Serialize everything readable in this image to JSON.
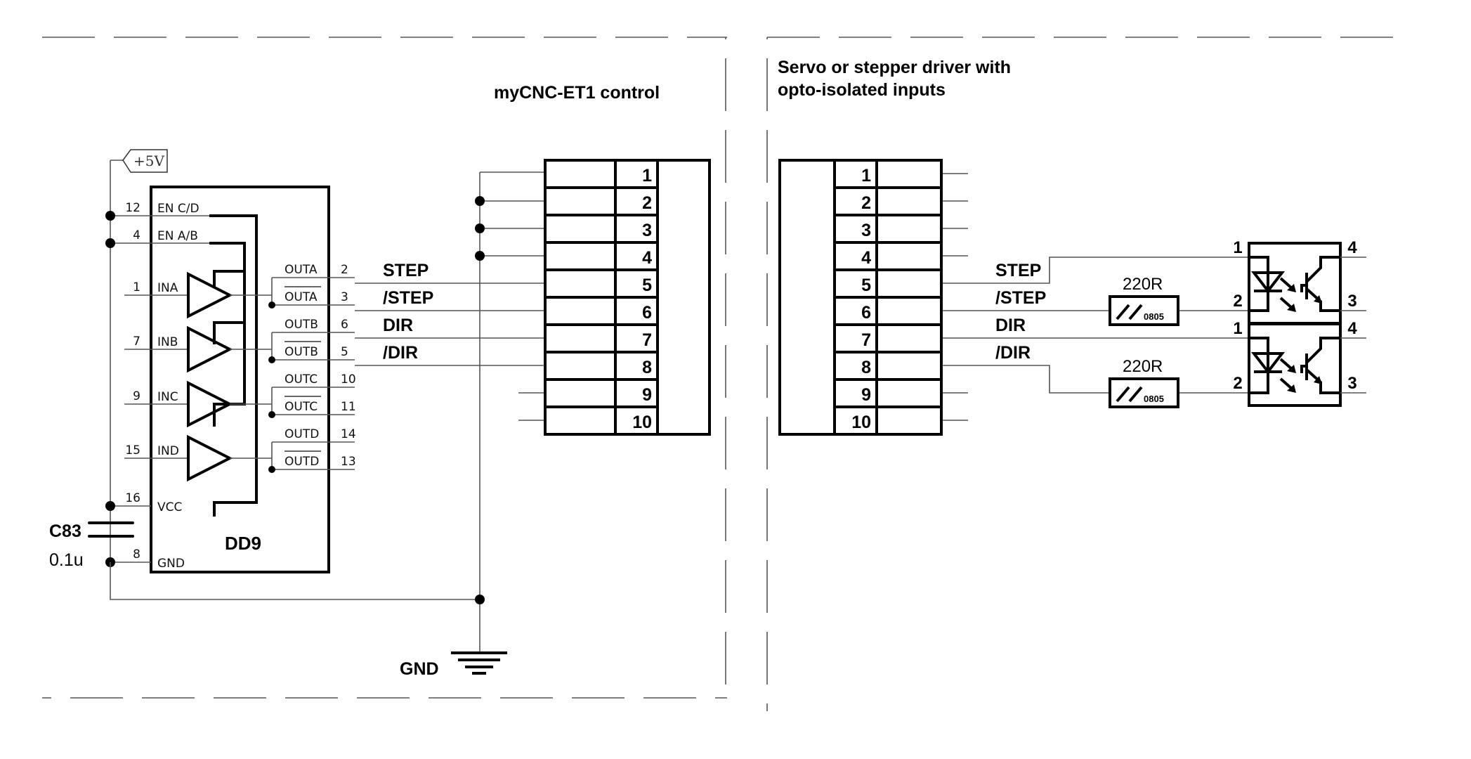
{
  "titles": {
    "control": "myCNC-ET1 control",
    "driver_line1": "Servo or stepper driver with",
    "driver_line2": "opto-isolated inputs"
  },
  "power": {
    "label": "+5V"
  },
  "ground": {
    "label": "GND"
  },
  "ic": {
    "ref": "DD9",
    "pins_left": [
      {
        "num": "12",
        "name": "EN C/D"
      },
      {
        "num": "4",
        "name": "EN A/B"
      },
      {
        "num": "1",
        "name": "INA"
      },
      {
        "num": "7",
        "name": "INB"
      },
      {
        "num": "9",
        "name": "INC"
      },
      {
        "num": "15",
        "name": "IND"
      },
      {
        "num": "16",
        "name": "VCC"
      },
      {
        "num": "8",
        "name": "GND"
      }
    ],
    "pins_right": [
      {
        "num": "2",
        "name": "OUTA",
        "inverted": false
      },
      {
        "num": "3",
        "name": "OUTA",
        "inverted": true
      },
      {
        "num": "6",
        "name": "OUTB",
        "inverted": false
      },
      {
        "num": "5",
        "name": "OUTB",
        "inverted": true
      },
      {
        "num": "10",
        "name": "OUTC",
        "inverted": false
      },
      {
        "num": "11",
        "name": "OUTC",
        "inverted": true
      },
      {
        "num": "14",
        "name": "OUTD",
        "inverted": false
      },
      {
        "num": "13",
        "name": "OUTD",
        "inverted": true
      }
    ]
  },
  "capacitor": {
    "ref": "C83",
    "value": "0.1u"
  },
  "signals": [
    "STEP",
    "/STEP",
    "DIR",
    "/DIR"
  ],
  "connector_left": {
    "pins": [
      "1",
      "2",
      "3",
      "4",
      "5",
      "6",
      "7",
      "8",
      "9",
      "10"
    ]
  },
  "connector_right": {
    "pins": [
      "1",
      "2",
      "3",
      "4",
      "5",
      "6",
      "7",
      "8",
      "9",
      "10"
    ]
  },
  "resistors": [
    {
      "value": "220R",
      "package": "0805"
    },
    {
      "value": "220R",
      "package": "0805"
    }
  ],
  "optocouplers": [
    {
      "pin_anode": "1",
      "pin_cathode": "2",
      "pin_collector": "4",
      "pin_emitter": "3"
    },
    {
      "pin_anode": "1",
      "pin_cathode": "2",
      "pin_collector": "4",
      "pin_emitter": "3"
    }
  ]
}
